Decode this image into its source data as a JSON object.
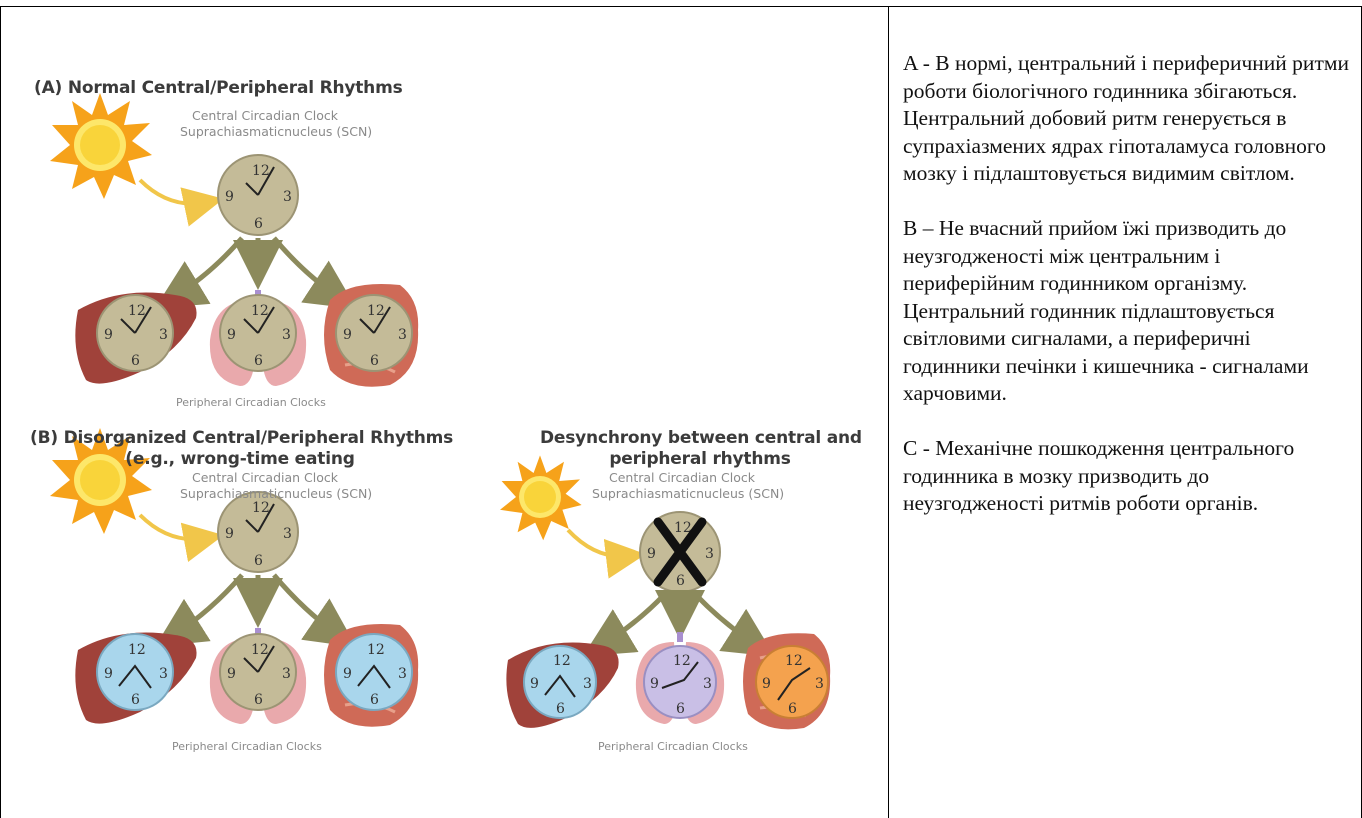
{
  "figure": {
    "panel_a": {
      "title": "(A) Normal Central/Peripheral Rhythms",
      "central_label_line1": "Central Circadian Clock",
      "central_label_line2": "Suprachiasmaticnucleus (SCN)",
      "peripheral_label": "Peripheral Circadian Clocks"
    },
    "panel_b": {
      "title_line1": "(B) Disorganized Central/Peripheral Rhythms",
      "title_line2": "(e.g., wrong-time eating",
      "central_label_line1": "Central Circadian Clock",
      "central_label_line2": "Suprachiasmaticnucleus (SCN)",
      "peripheral_label": "Peripheral Circadian Clocks"
    },
    "panel_c": {
      "title_line1": "Desynchrony between central and",
      "title_line2": "peripheral rhythms",
      "central_label_line1": "Central Circadian Clock",
      "central_label_line2": "Suprachiasmaticnucleus (SCN)",
      "peripheral_label": "Peripheral Circadian Clocks"
    },
    "clock_numerals": {
      "top": "12",
      "left": "9",
      "right": "3",
      "bottom": "6"
    }
  },
  "description": {
    "para_a": "A - В нормі, центральний і периферичний ритми роботи біологічного годинника збігаються. Центральний добовий ритм генерується в супрахіазмених ядрах гіпоталамуса головного мозку і підлаштовується видимим світлом.",
    "para_b": "B – Не вчасний прийом їжі призводить до неузгодженості між центральним і периферійним годинником організму. Центральний годинник підлаштовується світловими сигналами, а периферичні годинники печінки і кишечника - сигналами харчовими.",
    "para_c": "C - Механічне пошкодження центрального годинника в мозку призводить до неузгодженості ритмів роботи органів."
  },
  "colors": {
    "sun": "#f6c51a",
    "sun_core": "#fde76a",
    "arrow_yellow": "#f1c64a",
    "arrow_olive": "#8c8a5c",
    "arrow_purple": "#a98fd0",
    "clock_tan": "#c4bb98",
    "clock_blue": "#a9d6ec",
    "clock_lilac": "#c9bfe6",
    "clock_orange": "#f4a24e",
    "liver": "#a0423a",
    "lungs": "#e9a9ac",
    "intestine": "#cf6a57"
  }
}
